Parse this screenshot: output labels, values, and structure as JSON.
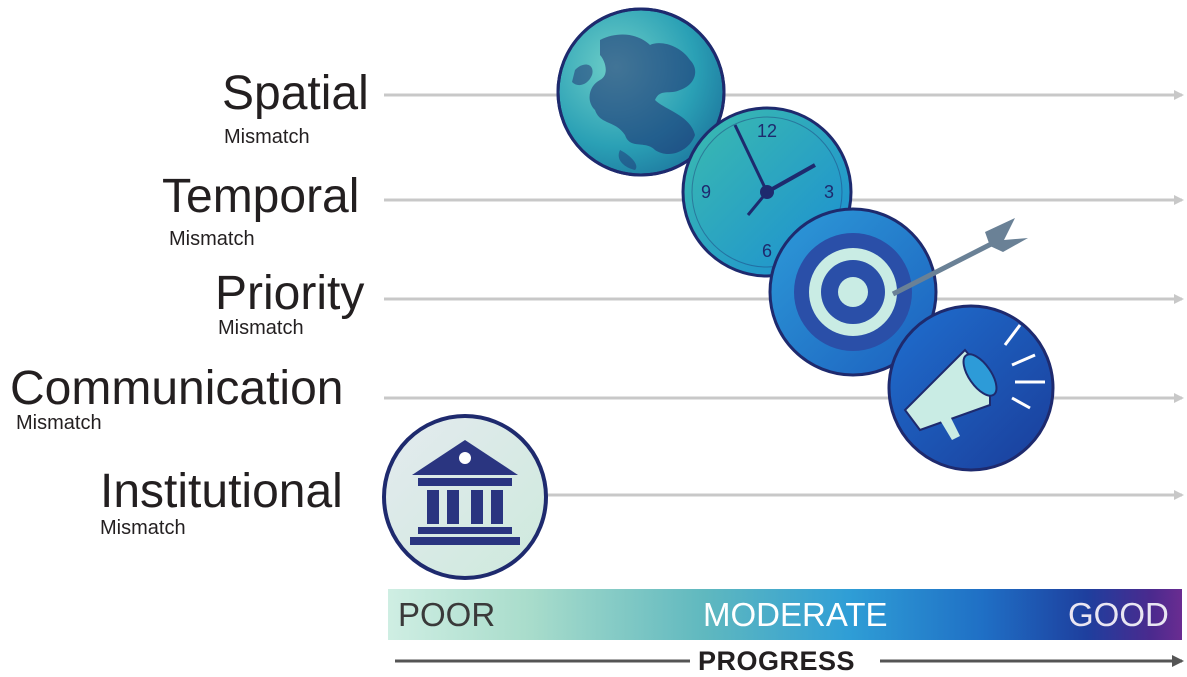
{
  "rows": [
    {
      "title": "Spatial",
      "subtitle": "Mismatch",
      "icon": "globe-icon"
    },
    {
      "title": "Temporal",
      "subtitle": "Mismatch",
      "icon": "clock-icon"
    },
    {
      "title": "Priority",
      "subtitle": "Mismatch",
      "icon": "target-icon"
    },
    {
      "title": "Communication",
      "subtitle": "Mismatch",
      "icon": "megaphone-icon"
    },
    {
      "title": "Institutional",
      "subtitle": "Mismatch",
      "icon": "institution-building-icon"
    }
  ],
  "clock": {
    "n12": "12",
    "n3": "3",
    "n6": "6",
    "n9": "9"
  },
  "scale": {
    "poor": "POOR",
    "moderate": "MODERATE",
    "good": "GOOD",
    "progress": "PROGRESS"
  },
  "colors": {
    "arrow": "#c8c8c8",
    "progress_arrow": "#555555",
    "scale_start": "#cfeee3",
    "scale_end": "#6a2c91"
  }
}
